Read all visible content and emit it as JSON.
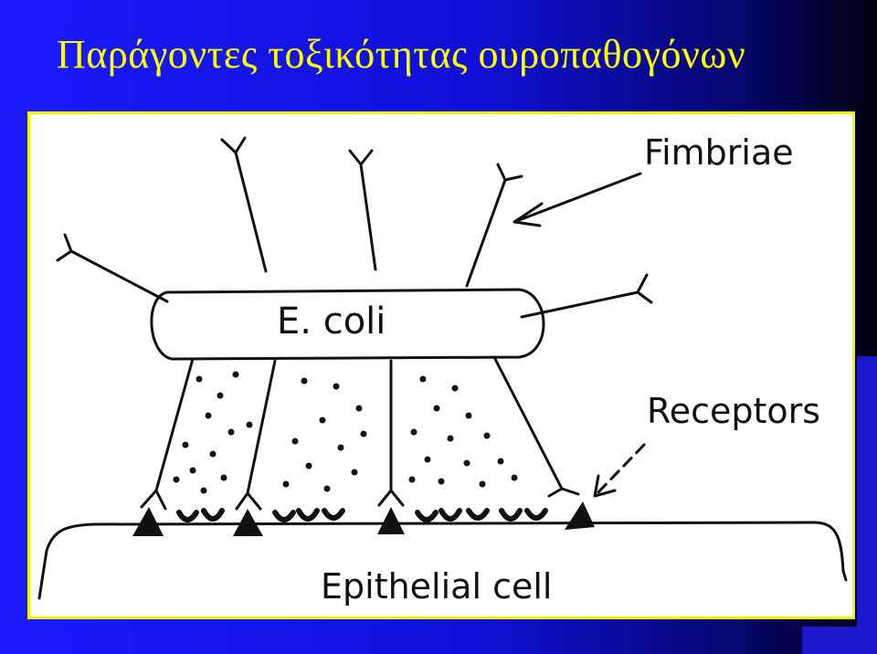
{
  "slide": {
    "title": "Παράγοντες τοξικότητας ουροπαθογόνων",
    "colors": {
      "background": "#1414e0",
      "title": "#ffff00",
      "frame_border": "#f2f200"
    }
  },
  "diagram": {
    "labels": {
      "fimbriae": "Fimbriae",
      "ecoli": "E. coli",
      "receptors": "Receptors",
      "epithelial": "Epithelial cell"
    }
  }
}
